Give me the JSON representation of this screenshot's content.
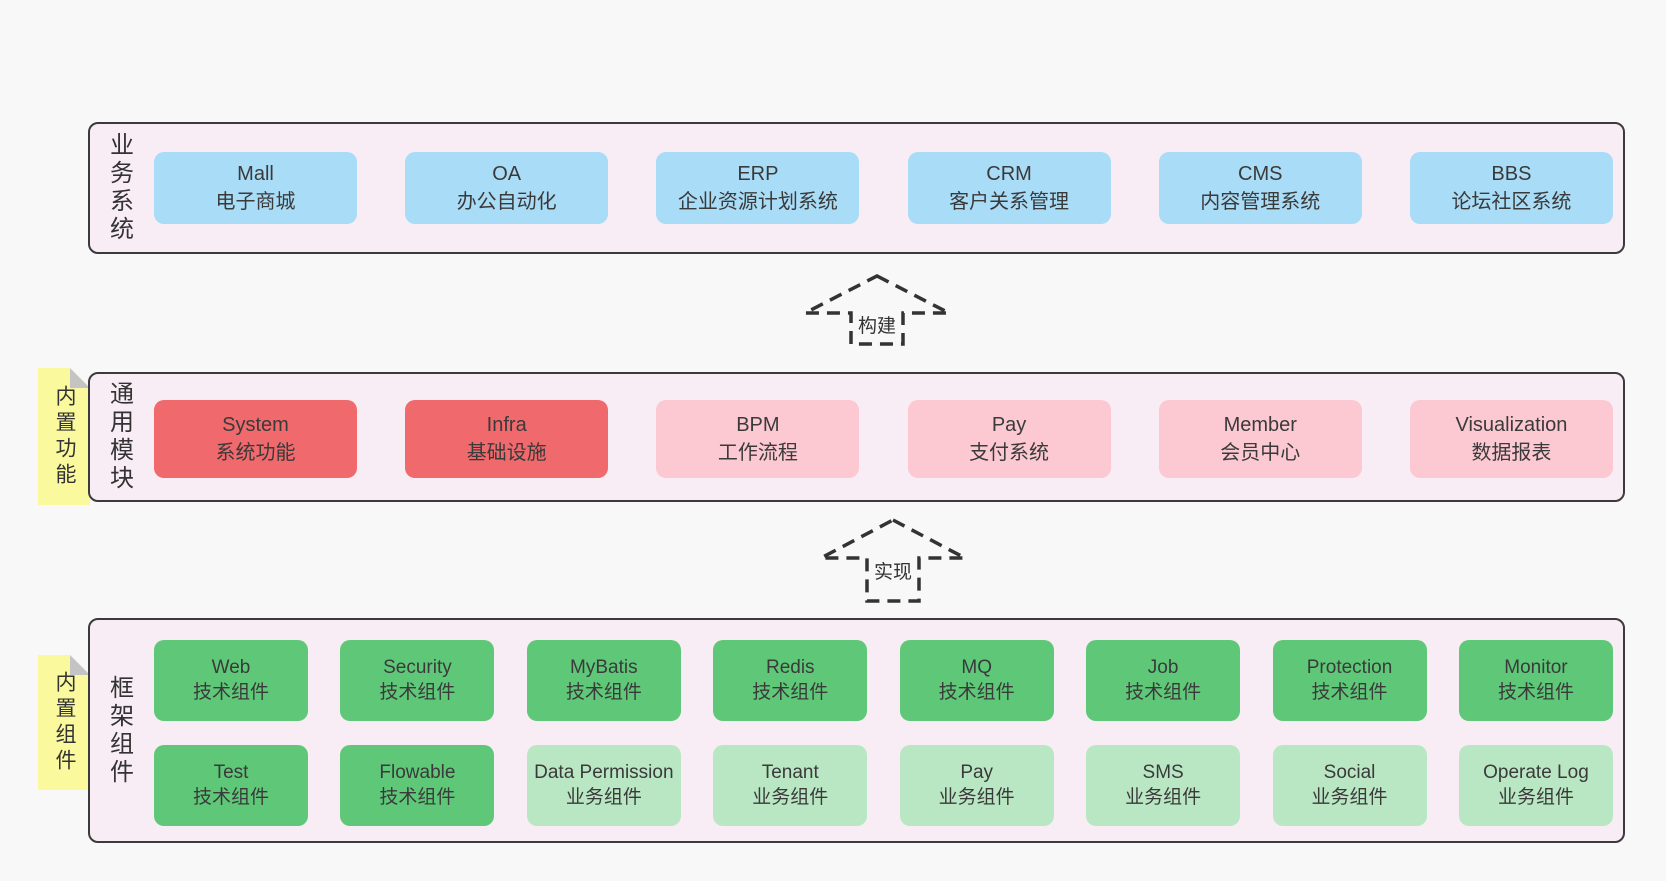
{
  "page": {
    "background": "#f8f8f8",
    "border_color": "#3b3b3b",
    "container_background": "#f9edf5",
    "note_background": "#fbf99e",
    "note_fold_color": "#c4c4c4",
    "text_color": "#333333"
  },
  "colors": {
    "blue": "#a9dcf7",
    "red": "#f0696c",
    "pink": "#fcc9d3",
    "green": "#5fc878",
    "lightgreen": "#bae7c3"
  },
  "arrows": [
    {
      "label": "构建"
    },
    {
      "label": "实现"
    }
  ],
  "notes": [
    {
      "label": "内置功能"
    },
    {
      "label": "内置组件"
    }
  ],
  "layers": [
    {
      "label": "业务系统",
      "rows": [
        [
          {
            "name": "Mall",
            "desc": "电子商城",
            "variant": "blue"
          },
          {
            "name": "OA",
            "desc": "办公自动化",
            "variant": "blue"
          },
          {
            "name": "ERP",
            "desc": "企业资源计划系统",
            "variant": "blue"
          },
          {
            "name": "CRM",
            "desc": "客户关系管理",
            "variant": "blue"
          },
          {
            "name": "CMS",
            "desc": "内容管理系统",
            "variant": "blue"
          },
          {
            "name": "BBS",
            "desc": "论坛社区系统",
            "variant": "blue"
          }
        ]
      ]
    },
    {
      "label": "通用模块",
      "rows": [
        [
          {
            "name": "System",
            "desc": "系统功能",
            "variant": "red"
          },
          {
            "name": "Infra",
            "desc": "基础设施",
            "variant": "red"
          },
          {
            "name": "BPM",
            "desc": "工作流程",
            "variant": "pink"
          },
          {
            "name": "Pay",
            "desc": "支付系统",
            "variant": "pink"
          },
          {
            "name": "Member",
            "desc": "会员中心",
            "variant": "pink"
          },
          {
            "name": "Visualization",
            "desc": "数据报表",
            "variant": "pink"
          }
        ]
      ]
    },
    {
      "label": "框架组件",
      "rows": [
        [
          {
            "name": "Web",
            "desc": "技术组件",
            "variant": "green"
          },
          {
            "name": "Security",
            "desc": "技术组件",
            "variant": "green"
          },
          {
            "name": "MyBatis",
            "desc": "技术组件",
            "variant": "green"
          },
          {
            "name": "Redis",
            "desc": "技术组件",
            "variant": "green"
          },
          {
            "name": "MQ",
            "desc": "技术组件",
            "variant": "green"
          },
          {
            "name": "Job",
            "desc": "技术组件",
            "variant": "green"
          },
          {
            "name": "Protection",
            "desc": "技术组件",
            "variant": "green"
          },
          {
            "name": "Monitor",
            "desc": "技术组件",
            "variant": "green"
          }
        ],
        [
          {
            "name": "Test",
            "desc": "技术组件",
            "variant": "green"
          },
          {
            "name": "Flowable",
            "desc": "技术组件",
            "variant": "green"
          },
          {
            "name": "Data Permission",
            "desc": "业务组件",
            "variant": "lightgreen"
          },
          {
            "name": "Tenant",
            "desc": "业务组件",
            "variant": "lightgreen"
          },
          {
            "name": "Pay",
            "desc": "业务组件",
            "variant": "lightgreen"
          },
          {
            "name": "SMS",
            "desc": "业务组件",
            "variant": "lightgreen"
          },
          {
            "name": "Social",
            "desc": "业务组件",
            "variant": "lightgreen"
          },
          {
            "name": "Operate Log",
            "desc": "业务组件",
            "variant": "lightgreen"
          }
        ]
      ]
    }
  ]
}
